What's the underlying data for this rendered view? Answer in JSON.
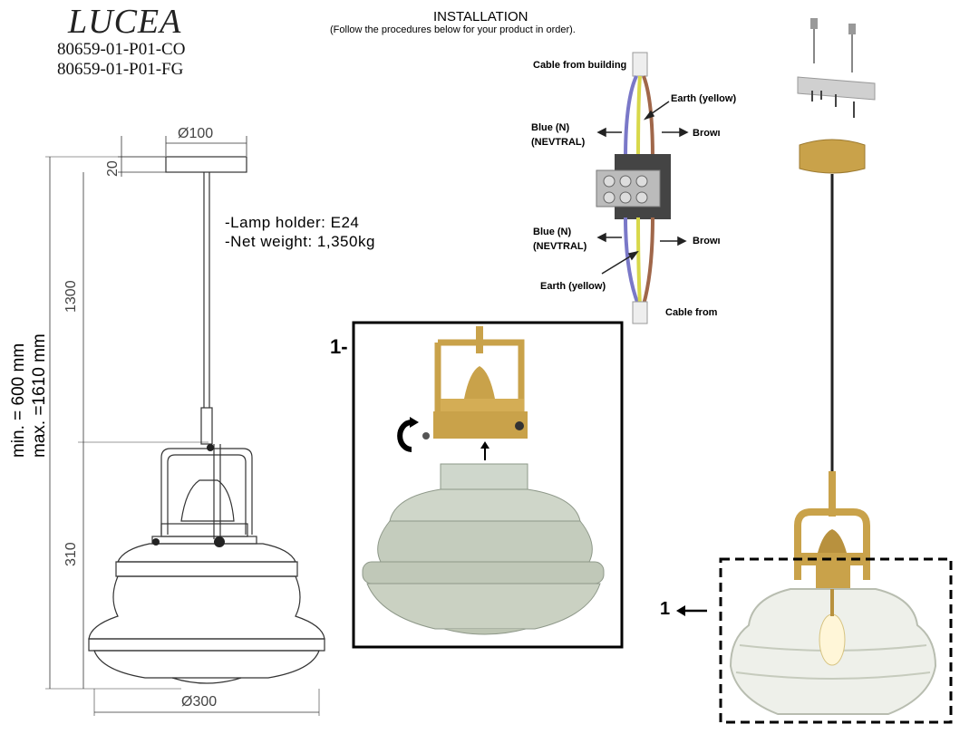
{
  "header": {
    "brand": "LUCEA",
    "model_1": "80659-01-P01-CO",
    "model_2": "80659-01-P01-FG"
  },
  "installation": {
    "title": "INSTALLATION",
    "subtitle": "(Follow the procedures below for your product in order)."
  },
  "specs": {
    "lamp_holder": "-Lamp holder: E24",
    "net_weight": "-Net weight: 1,350kg"
  },
  "dimensions": {
    "canopy_diameter": "Ø100",
    "canopy_height": "20",
    "cable_length": "1300",
    "shade_height": "310",
    "shade_diameter": "Ø300",
    "min_height": "min. = 600 mm",
    "max_height": "max. =1610 mm"
  },
  "wiring": {
    "cable_from_building_top": "Cable from building",
    "earth_top": "Earth (yellow)",
    "blue_top_1": "Blue (N)",
    "blue_top_2": "(NEVTRAL)",
    "brown_top": "Browı",
    "blue_bottom_1": "Blue (N)",
    "blue_bottom_2": "(NEVTRAL)",
    "brown_bottom": "Browı",
    "earth_bottom": "Earth (yellow)",
    "cable_from_bottom": "Cable from"
  },
  "steps": {
    "step_label_inset": "1-",
    "step_label_photo": "1"
  },
  "colors": {
    "brass": "#c9a24a",
    "glass": "#d7ddd4",
    "blue_wire": "#7a78c8",
    "brown_wire": "#a0674a",
    "yellow_wire": "#d8d84a"
  }
}
